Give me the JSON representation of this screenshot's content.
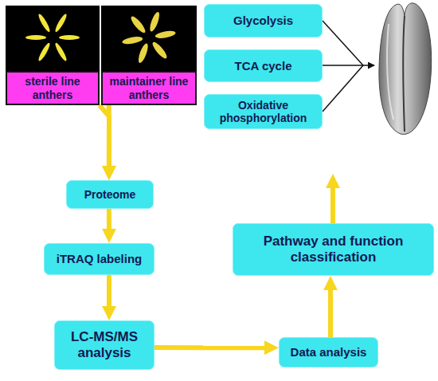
{
  "diagram": {
    "nodes": [
      {
        "text": [
          "sterile line anthers"
        ]
      },
      {
        "text": [
          "maintainer line anthers"
        ]
      },
      {
        "text": [
          "Glycolysis"
        ]
      },
      {
        "text": [
          "TCA cycle"
        ]
      },
      {
        "text": [
          "Oxidative phosphorylation"
        ]
      },
      {
        "text": [
          "Proteome"
        ]
      },
      {
        "text": [
          "iTRAQ labeling"
        ]
      },
      {
        "text": [
          "LC-MS/MS analysis"
        ]
      },
      {
        "text": [
          "Data analysis"
        ]
      },
      {
        "text": [
          "Pathway and function classification"
        ]
      }
    ],
    "edges": [
      {
        "from": 0,
        "to": 5,
        "arrow": "to"
      },
      {
        "from": 1,
        "to": 5,
        "arrow": "to"
      },
      {
        "from": 5,
        "to": 6,
        "arrow": "to"
      },
      {
        "from": 6,
        "to": 7,
        "arrow": "to"
      },
      {
        "from": 7,
        "to": 8,
        "arrow": "to"
      },
      {
        "from": 8,
        "to": 9,
        "arrow": "to"
      }
    ]
  }
}
